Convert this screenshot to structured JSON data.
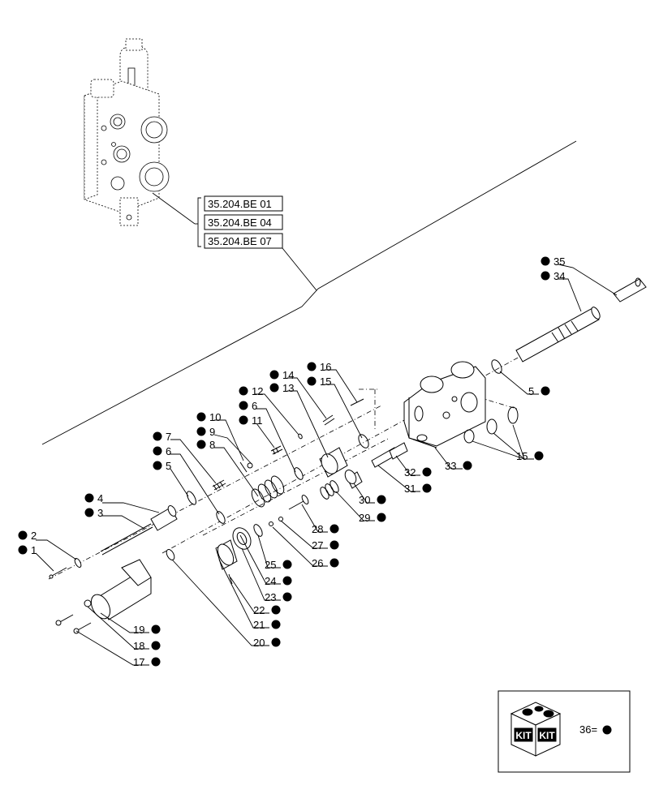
{
  "references": [
    "35.204.BE 01",
    "35.204.BE 04",
    "35.204.BE 07"
  ],
  "callouts": [
    {
      "n": "1",
      "dot": "left"
    },
    {
      "n": "2",
      "dot": "left"
    },
    {
      "n": "3",
      "dot": "left"
    },
    {
      "n": "4",
      "dot": "left"
    },
    {
      "n": "5",
      "dot": "left"
    },
    {
      "n": "6",
      "dot": "left"
    },
    {
      "n": "7",
      "dot": "left"
    },
    {
      "n": "8",
      "dot": "left"
    },
    {
      "n": "9",
      "dot": "left"
    },
    {
      "n": "10",
      "dot": "left"
    },
    {
      "n": "11",
      "dot": "left"
    },
    {
      "n": "6",
      "dot": "left"
    },
    {
      "n": "12",
      "dot": "left"
    },
    {
      "n": "13",
      "dot": "left"
    },
    {
      "n": "14",
      "dot": "left"
    },
    {
      "n": "15",
      "dot": "left"
    },
    {
      "n": "16",
      "dot": "left"
    },
    {
      "n": "17",
      "dot": "right"
    },
    {
      "n": "18",
      "dot": "right"
    },
    {
      "n": "19",
      "dot": "right"
    },
    {
      "n": "20",
      "dot": "right"
    },
    {
      "n": "21",
      "dot": "right"
    },
    {
      "n": "22",
      "dot": "right"
    },
    {
      "n": "23",
      "dot": "right"
    },
    {
      "n": "24",
      "dot": "right"
    },
    {
      "n": "25",
      "dot": "right"
    },
    {
      "n": "26",
      "dot": "right"
    },
    {
      "n": "27",
      "dot": "right"
    },
    {
      "n": "28",
      "dot": "right"
    },
    {
      "n": "29",
      "dot": "right"
    },
    {
      "n": "30",
      "dot": "right"
    },
    {
      "n": "31",
      "dot": "right"
    },
    {
      "n": "32",
      "dot": "right"
    },
    {
      "n": "33",
      "dot": "right"
    },
    {
      "n": "15",
      "dot": "right"
    },
    {
      "n": "5",
      "dot": "right"
    },
    {
      "n": "34",
      "dot": "left"
    },
    {
      "n": "35",
      "dot": "left"
    }
  ],
  "kit": {
    "badge1": "KIT",
    "badge2": "KIT",
    "legend": "36="
  }
}
